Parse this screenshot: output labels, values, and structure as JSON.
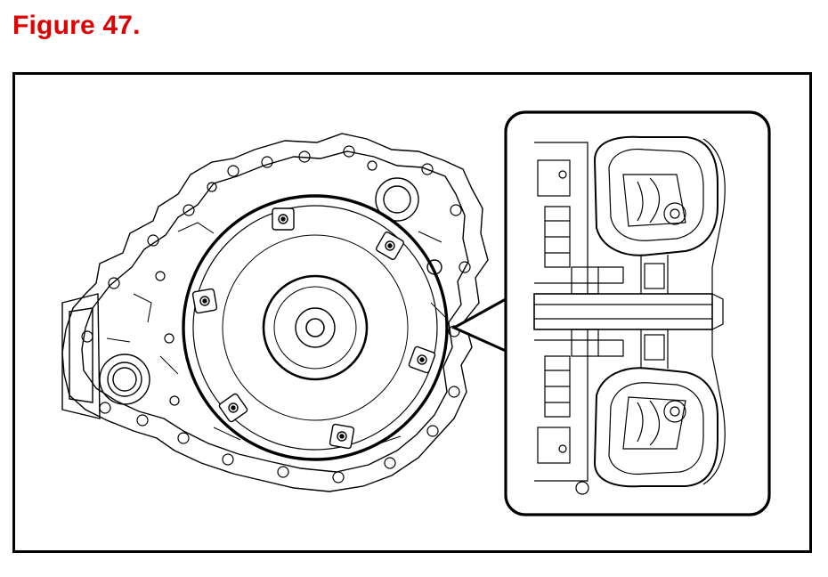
{
  "figure": {
    "title": "Figure 47."
  },
  "diagram": {
    "description_icons": [
      "transaxle-housing",
      "torque-converter",
      "mounting-bolt-icons",
      "cutaway-detail"
    ],
    "bolt_count": 6,
    "colors": {
      "title": "#e00000",
      "line": "#000000",
      "background": "#ffffff"
    }
  }
}
